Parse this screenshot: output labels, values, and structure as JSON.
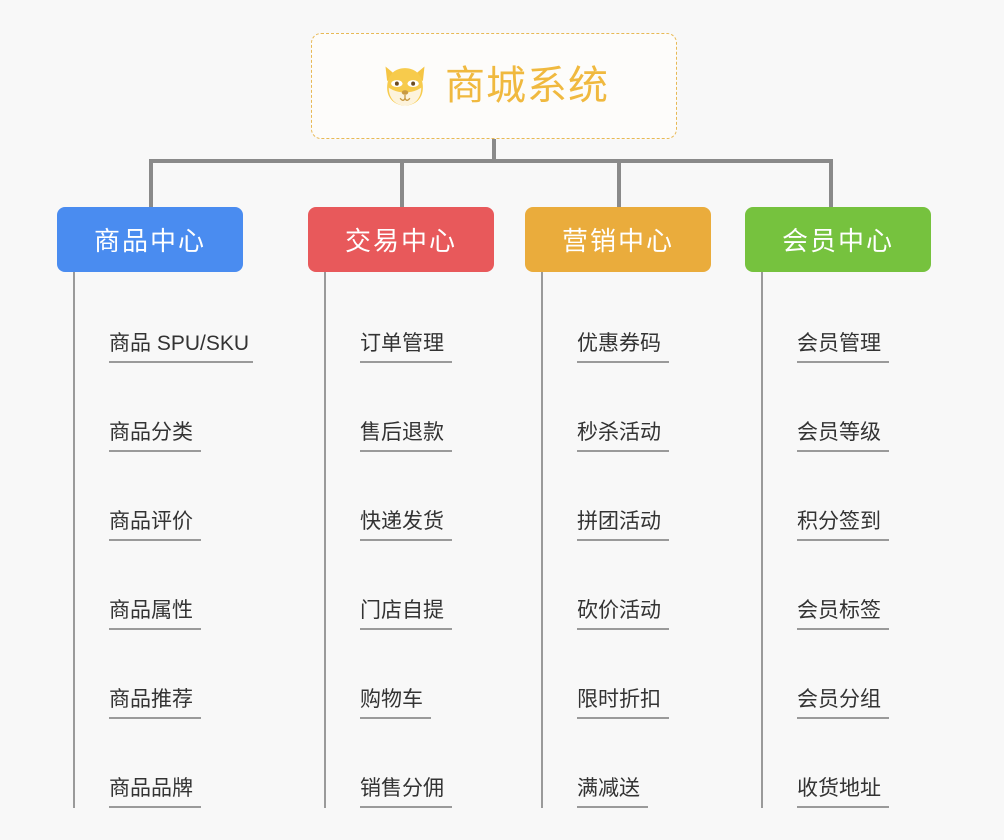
{
  "root": {
    "title": "商城系统",
    "icon": "shiba-dog-icon",
    "color": "#f0b93f",
    "border_color": "#e8b955"
  },
  "branches": [
    {
      "label": "商品中心",
      "color": "#4a8cf0",
      "items": [
        "商品 SPU/SKU",
        "商品分类",
        "商品评价",
        "商品属性",
        "商品推荐",
        "商品品牌"
      ]
    },
    {
      "label": "交易中心",
      "color": "#e8595b",
      "items": [
        "订单管理",
        "售后退款",
        "快递发货",
        "门店自提",
        "购物车",
        "销售分佣"
      ]
    },
    {
      "label": "营销中心",
      "color": "#eaac3c",
      "items": [
        "优惠券码",
        "秒杀活动",
        "拼团活动",
        "砍价活动",
        "限时折扣",
        "满减送"
      ]
    },
    {
      "label": "会员中心",
      "color": "#76c23e",
      "items": [
        "会员管理",
        "会员等级",
        "积分签到",
        "会员标签",
        "会员分组",
        "收货地址"
      ]
    }
  ],
  "connector_color": "#8a8a8a",
  "background_color": "#f8f8f8"
}
